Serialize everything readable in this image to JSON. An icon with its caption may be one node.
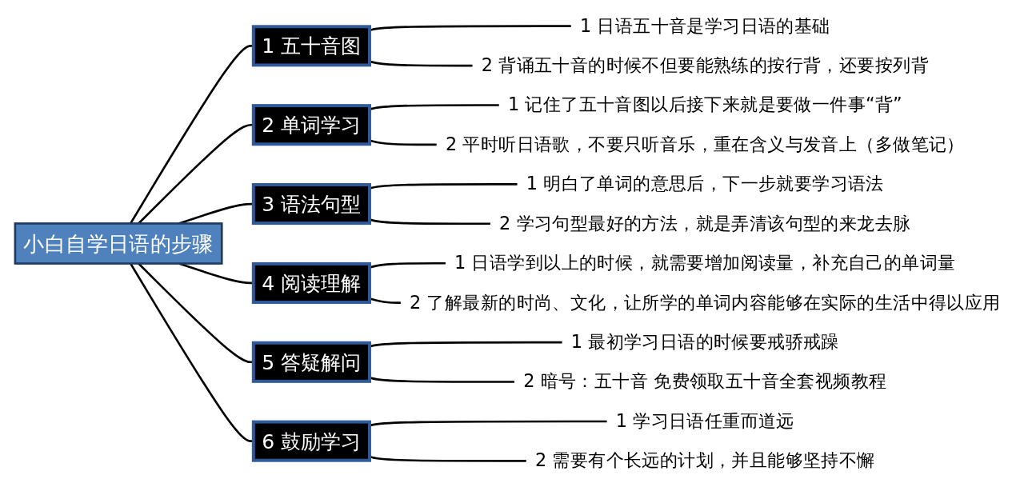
{
  "diagram": {
    "nodes": [
      {
        "text": [
          "小白自学日语的步骤"
        ]
      },
      {
        "text": [
          "1",
          "五十音图"
        ]
      },
      {
        "text": [
          "1",
          "日语五十音是学习日语的基础"
        ]
      },
      {
        "text": [
          "2",
          "背诵五十音的时候不但要能熟练的按行背，还要按列背"
        ]
      },
      {
        "text": [
          "2",
          "单词学习"
        ]
      },
      {
        "text": [
          "1",
          "记住了五十音图以后接下来就是要做一件事“背”"
        ]
      },
      {
        "text": [
          "2",
          "平时听日语歌，不要只听音乐，重在含义与发音上（多做笔记）"
        ]
      },
      {
        "text": [
          "3",
          "语法句型"
        ]
      },
      {
        "text": [
          "1",
          "明白了单词的意思后，下一步就要学习语法"
        ]
      },
      {
        "text": [
          "2",
          "学习句型最好的方法，就是弄清该句型的来龙去脉"
        ]
      },
      {
        "text": [
          "4",
          "阅读理解"
        ]
      },
      {
        "text": [
          "1",
          "日语学到以上的时候，就需要增加阅读量，补充自己的单词量"
        ]
      },
      {
        "text": [
          "2",
          "了解最新的时尚、文化，让所学的单词内容能够在实际的生活中得以应用"
        ]
      },
      {
        "text": [
          "5",
          "答疑解问"
        ]
      },
      {
        "text": [
          "1",
          "最初学习日语的时候要戒骄戒躁"
        ]
      },
      {
        "text": [
          "2",
          "暗号：五十音 免费领取五十音全套视频教程"
        ]
      },
      {
        "text": [
          "6",
          "鼓励学习"
        ]
      },
      {
        "text": [
          "1",
          "学习日语任重而道远"
        ]
      },
      {
        "text": [
          "2",
          "需要有个长远的计划，并且能够坚持不懈"
        ]
      }
    ],
    "edges": [
      {
        "from": 0,
        "to": 1,
        "arrow": "none"
      },
      {
        "from": 1,
        "to": 2,
        "arrow": "none"
      },
      {
        "from": 1,
        "to": 3,
        "arrow": "none"
      },
      {
        "from": 0,
        "to": 4,
        "arrow": "none"
      },
      {
        "from": 4,
        "to": 5,
        "arrow": "none"
      },
      {
        "from": 4,
        "to": 6,
        "arrow": "none"
      },
      {
        "from": 0,
        "to": 7,
        "arrow": "none"
      },
      {
        "from": 7,
        "to": 8,
        "arrow": "none"
      },
      {
        "from": 7,
        "to": 9,
        "arrow": "none"
      },
      {
        "from": 0,
        "to": 10,
        "arrow": "none"
      },
      {
        "from": 10,
        "to": 11,
        "arrow": "none"
      },
      {
        "from": 10,
        "to": 12,
        "arrow": "none"
      },
      {
        "from": 0,
        "to": 13,
        "arrow": "none"
      },
      {
        "from": 13,
        "to": 14,
        "arrow": "none"
      },
      {
        "from": 13,
        "to": 15,
        "arrow": "none"
      },
      {
        "from": 0,
        "to": 16,
        "arrow": "none"
      },
      {
        "from": 16,
        "to": 17,
        "arrow": "none"
      },
      {
        "from": 16,
        "to": 18,
        "arrow": "none"
      }
    ]
  }
}
